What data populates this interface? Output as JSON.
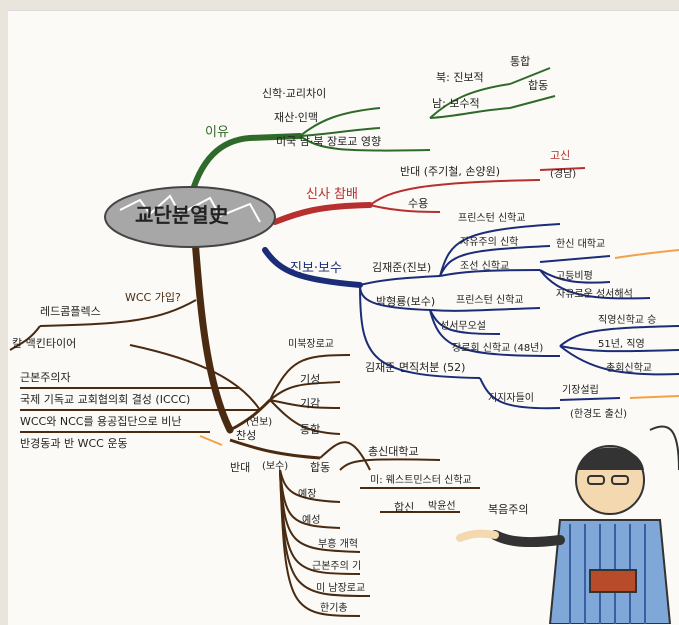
{
  "center": {
    "title": "교단분열史"
  },
  "branches": {
    "reason": {
      "label": "이유",
      "items": [
        "신학·교리차이",
        "재산·인맥",
        "미국 남·북 장로교 영향"
      ],
      "north": "북: 진보적",
      "south": "남: 보수적",
      "north_to": "통합",
      "south_to": "합동"
    },
    "shrine": {
      "label": "신사 참배",
      "oppose": "반대 (주기철, 손양원)",
      "oppose_result": "고신",
      "oppose_note": "(경남)",
      "accept": "수용"
    },
    "progressive": {
      "label": "진보·보수",
      "kim": "김재준(진보)",
      "kim_items": [
        "프린스턴 신학교",
        "자유주의 신학",
        "조선 신학교"
      ],
      "hanshin": "한신 대학교",
      "gogeung": "고등비평",
      "gogeung2": "자유로운 성서해석",
      "park": "박형룡(보수)",
      "park_school": "프린스턴 신학교",
      "park_items": [
        "성서무오설",
        "장로회 신학교 (48년)"
      ],
      "right_items": [
        "직영신학교 승",
        "51년, 직영 ",
        "총회신학교"
      ],
      "expel": "김재준 면직처분 (52)",
      "supporters": "지지자들이",
      "gijang": "기장설립",
      "gijang_note": "(한경도 출신)"
    },
    "wcc": {
      "label": "WCC 가입?",
      "left_title": "레드콤플렉스",
      "mcintyre": "칼 맥킨타이어",
      "left_items": [
        "근본주의자",
        "국제 기독교 교회협의회 결성 (ICCC)",
        "WCC와 NCC를 용공집단으로 비난",
        "반경동과 반 WCC 운동"
      ]
    },
    "pro": {
      "label": "찬성",
      "tag": "(연보)",
      "items": [
        "미북장로교",
        "기성",
        "기감",
        "통합"
      ]
    },
    "anti": {
      "label": "반대",
      "tag": "(보수)",
      "hap": "합동",
      "school": "총신대학교",
      "mi": "미: 웨스트민스터 신학교",
      "hapsin": "합신",
      "park2": "박윤선",
      "gospel": "복음주의",
      "items": [
        "예장",
        "예성",
        "부흥 개혁",
        "근본주의 기",
        "미 남장로교",
        "한기총"
      ]
    }
  },
  "colors": {
    "reason": "#2f6a2a",
    "shrine": "#b7302f",
    "progressive": "#1d2c78",
    "wcc": "#4a2b12",
    "hl": "#dcc9ea",
    "orange": "#f2a14a"
  }
}
